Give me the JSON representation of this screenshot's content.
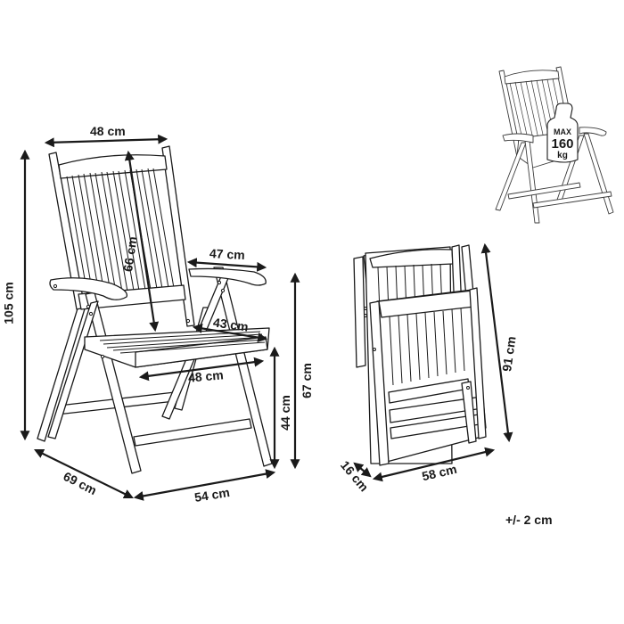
{
  "diagram": {
    "type": "product-dimension-diagram",
    "subject": "Folding garden chair",
    "stroke_color": "#1a1a1a",
    "fill_color": "#ffffff"
  },
  "views": {
    "open_chair": {
      "dimensions": {
        "backrest_width": "48 cm",
        "backrest_height": "66 cm",
        "total_height": "105 cm",
        "armrest_length": "47 cm",
        "seat_depth": "43 cm",
        "seat_width": "48 cm",
        "seat_height": "44 cm",
        "armrest_height": "67 cm",
        "depth": "69 cm",
        "width": "54 cm"
      }
    },
    "folded_chair": {
      "dimensions": {
        "height": "91 cm",
        "width": "58 cm",
        "depth": "16 cm"
      }
    },
    "load_icon": {
      "max_label": "MAX",
      "value": "160",
      "unit": "kg"
    }
  },
  "tolerance": "+/- 2 cm"
}
